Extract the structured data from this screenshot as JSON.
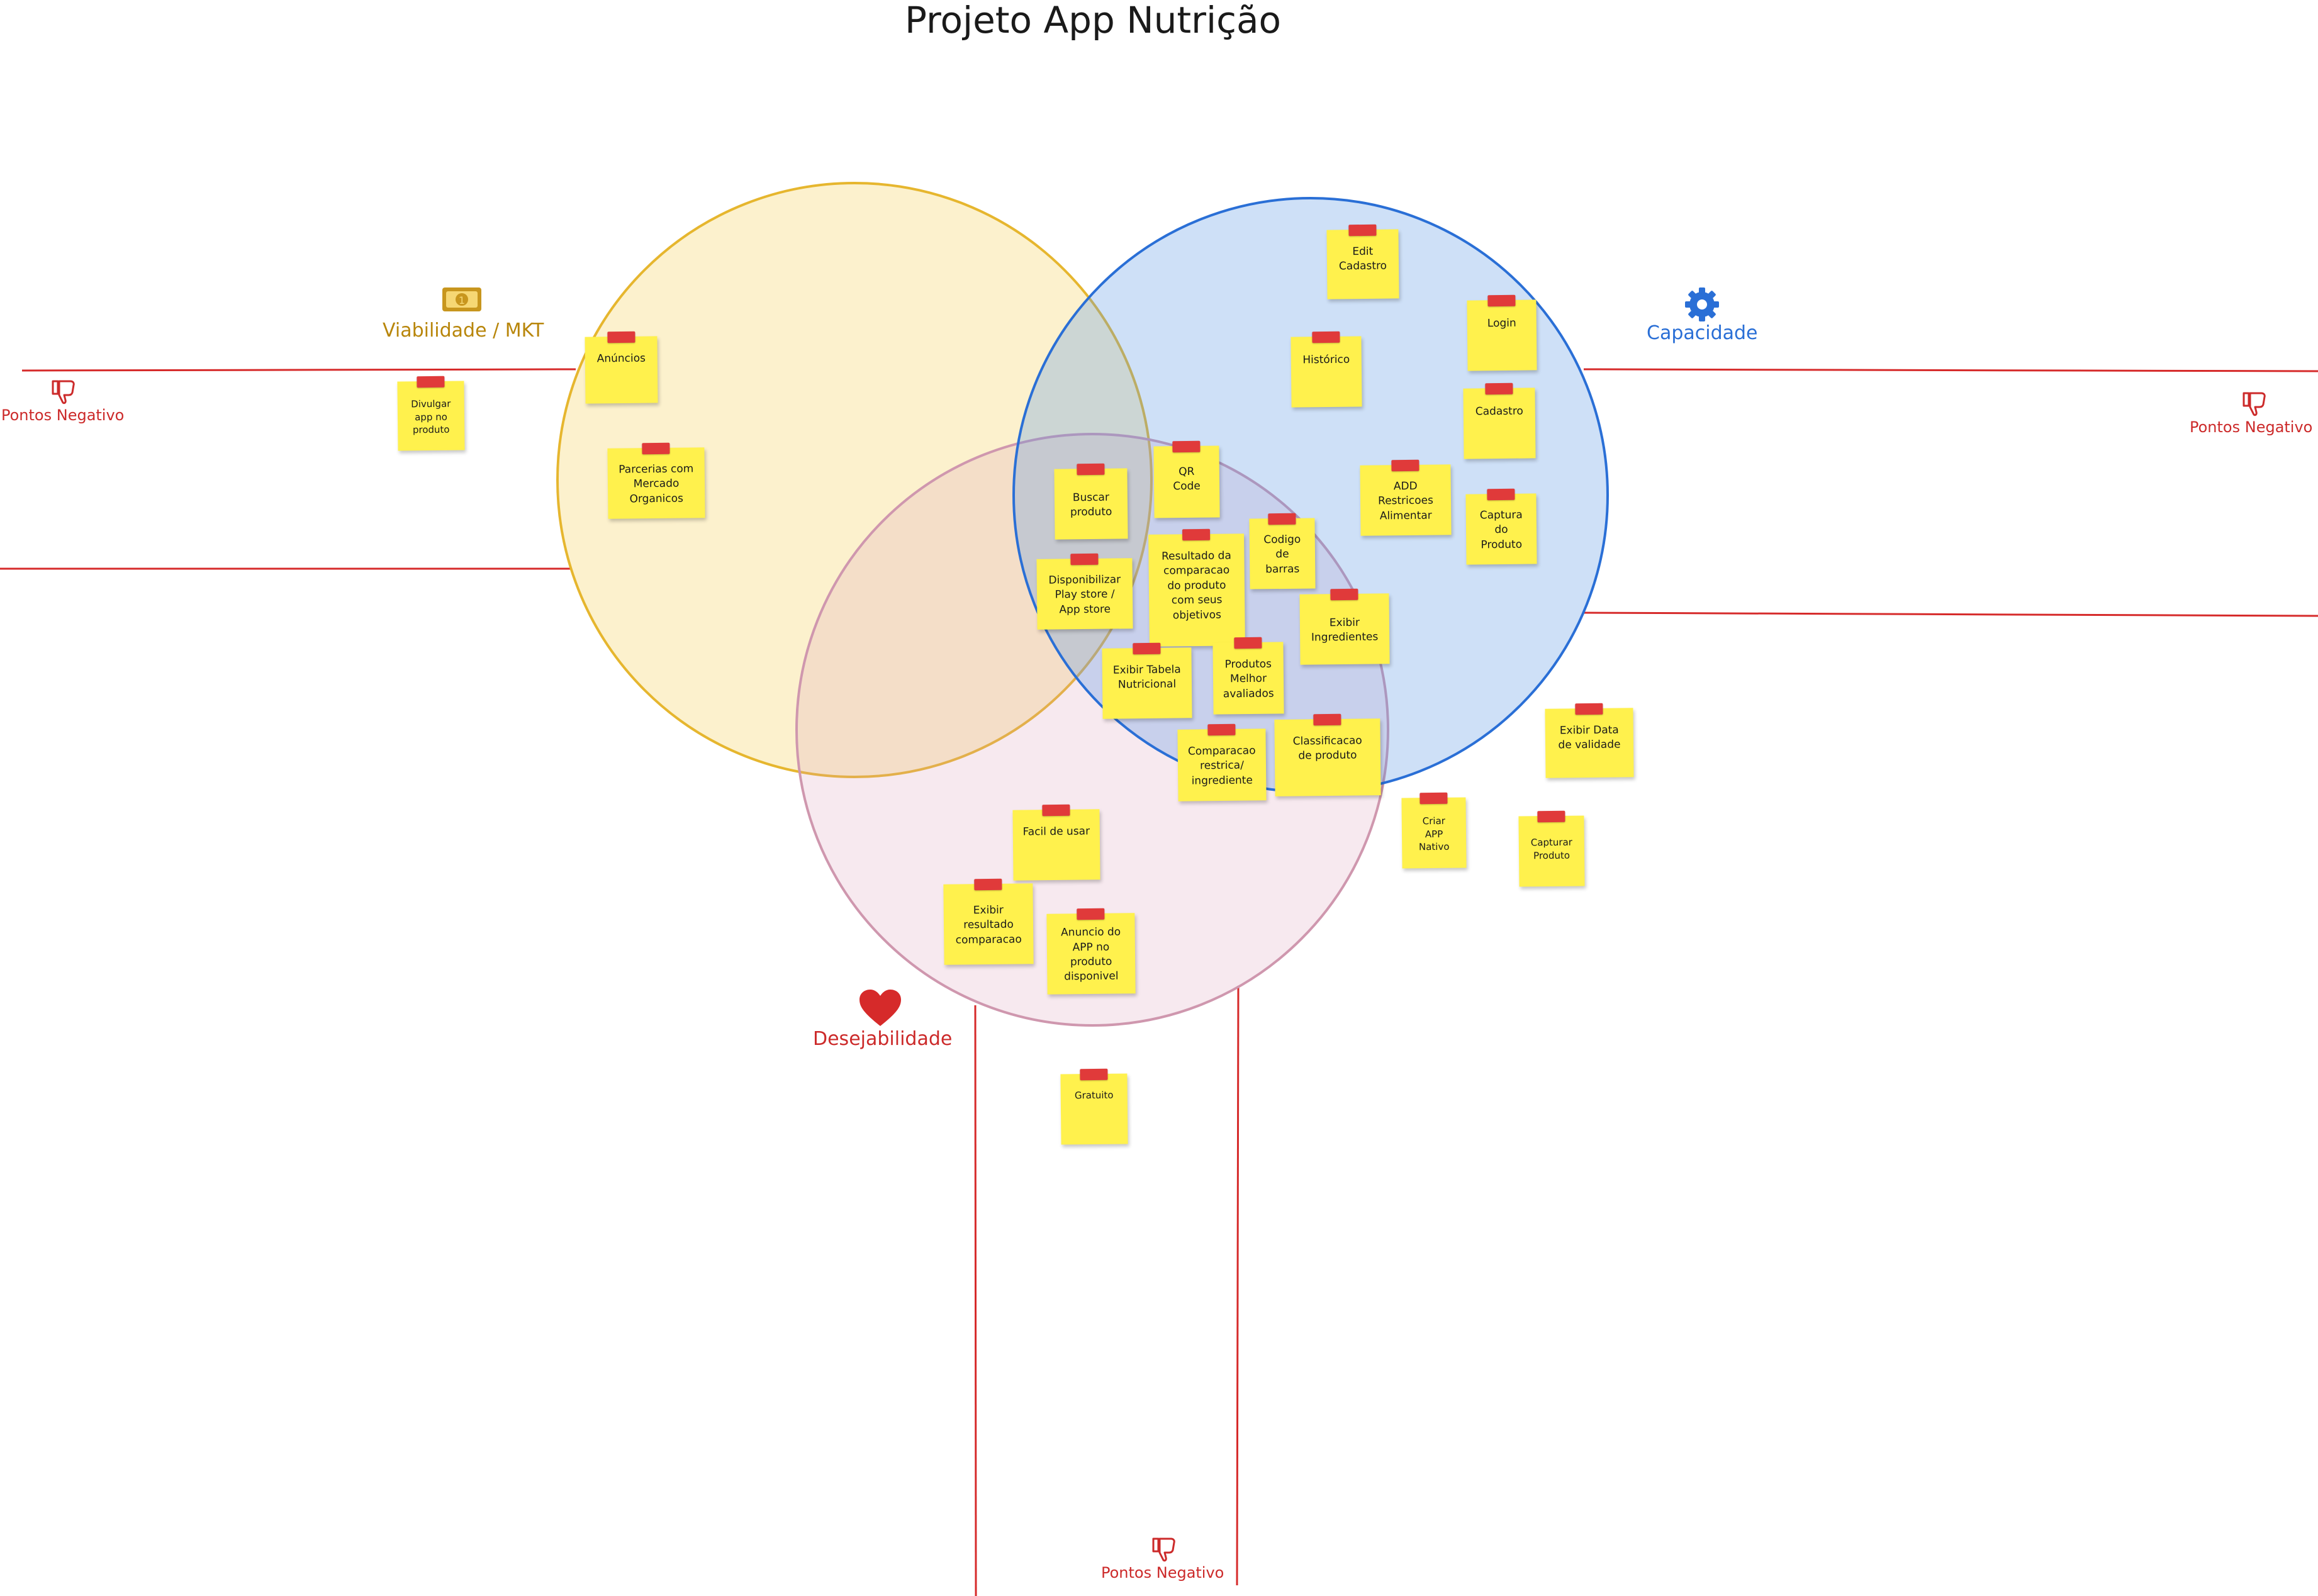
{
  "title": "Projeto App Nutrição",
  "circles": {
    "viabilidade": {
      "label": "Viabilidade / MKT",
      "icon": "money-icon",
      "fill": "#fbedc8",
      "stroke": "#e6b62e"
    },
    "capacidade": {
      "label": "Capacidade",
      "icon": "gear-icon",
      "fill": "#c9dcf5",
      "stroke": "#2a6fd6"
    },
    "desejabilidade": {
      "label": "Desejabilidade",
      "icon": "heart-icon",
      "fill": "#f3e3ea",
      "stroke": "#cf97ae"
    }
  },
  "negative_zones": {
    "left": "Pontos Negativo",
    "right": "Pontos Negativo",
    "bottom": "Pontos Negativo",
    "icon": "thumbs-down-icon",
    "line_color": "#d62a2a"
  },
  "notes": {
    "anuncios": "Anúncios",
    "divulgar_app": "Divulgar\napp no\nproduto",
    "parcerias": "Parcerias com\nMercado\nOrganicos",
    "edit_cadastro": "Edit\nCadastro",
    "login": "Login",
    "historico": "Histórico",
    "cadastro": "Cadastro",
    "add_restricoes": "ADD\nRestricoes\nAlimentar",
    "captura_produto": "Captura\ndo\nProduto",
    "buscar_produto": "Buscar\nproduto",
    "qr_code": "QR\nCode",
    "codigo_barras": "Codigo\nde\nbarras",
    "resultado_comparacao": "Resultado da\ncomparacao\ndo produto\ncom seus\nobjetivos",
    "disponibilizar": "Disponibilizar\nPlay store /\nApp store",
    "exibir_ingredientes": "Exibir\nIngredientes",
    "exibir_tabela": "Exibir Tabela\nNutricional",
    "produtos_melhor": "Produtos\nMelhor\navaliados",
    "classificacao": "Classificacao\nde produto",
    "comparacao_restrica": "Comparacao\nrestrica/\ningrediente",
    "exibir_data": "Exibir Data\nde validade",
    "criar_app_nativo": "Criar\nAPP\nNativo",
    "capturar_produto": "Capturar\nProduto",
    "facil_usar": "Facil de usar",
    "exibir_resultado": "Exibir\nresultado\ncomparacao",
    "anuncio_app": "Anuncio do\nAPP no\nproduto\ndisponivel",
    "gratuito": "Gratuito"
  }
}
